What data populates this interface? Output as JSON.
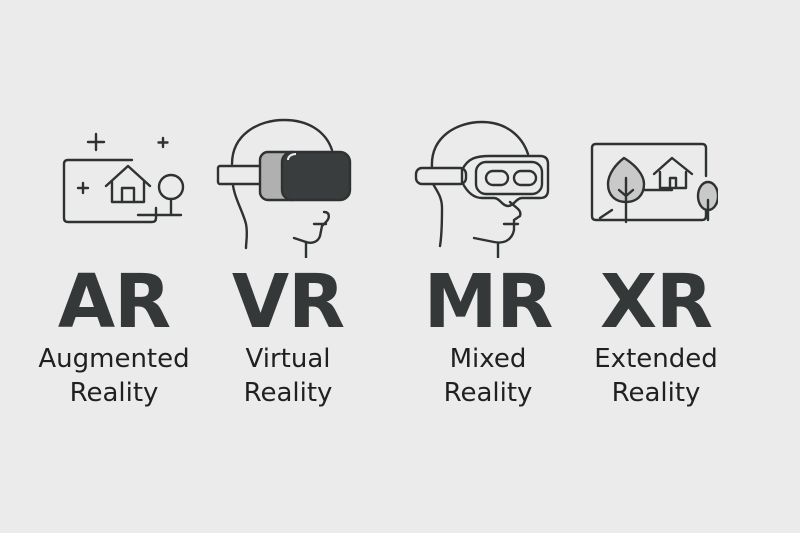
{
  "colors": {
    "background": "#ebebeb",
    "text": "#353838",
    "icon_stroke": "#2f3232",
    "vr_lens_dark": "#3a3d3d",
    "vr_lens_light": "#b0b0b0",
    "xr_fill": "#c9c9c9"
  },
  "items": [
    {
      "abbr": "AR",
      "line1": "Augmented",
      "line2": "Reality",
      "icon": "house-ar-overlay-icon"
    },
    {
      "abbr": "VR",
      "line1": "Virtual",
      "line2": "Reality",
      "icon": "vr-headset-head-icon"
    },
    {
      "abbr": "MR",
      "line1": "Mixed",
      "line2": "Reality",
      "icon": "mr-headset-head-icon"
    },
    {
      "abbr": "XR",
      "line1": "Extended",
      "line2": "Reality",
      "icon": "landscape-frame-icon"
    }
  ]
}
